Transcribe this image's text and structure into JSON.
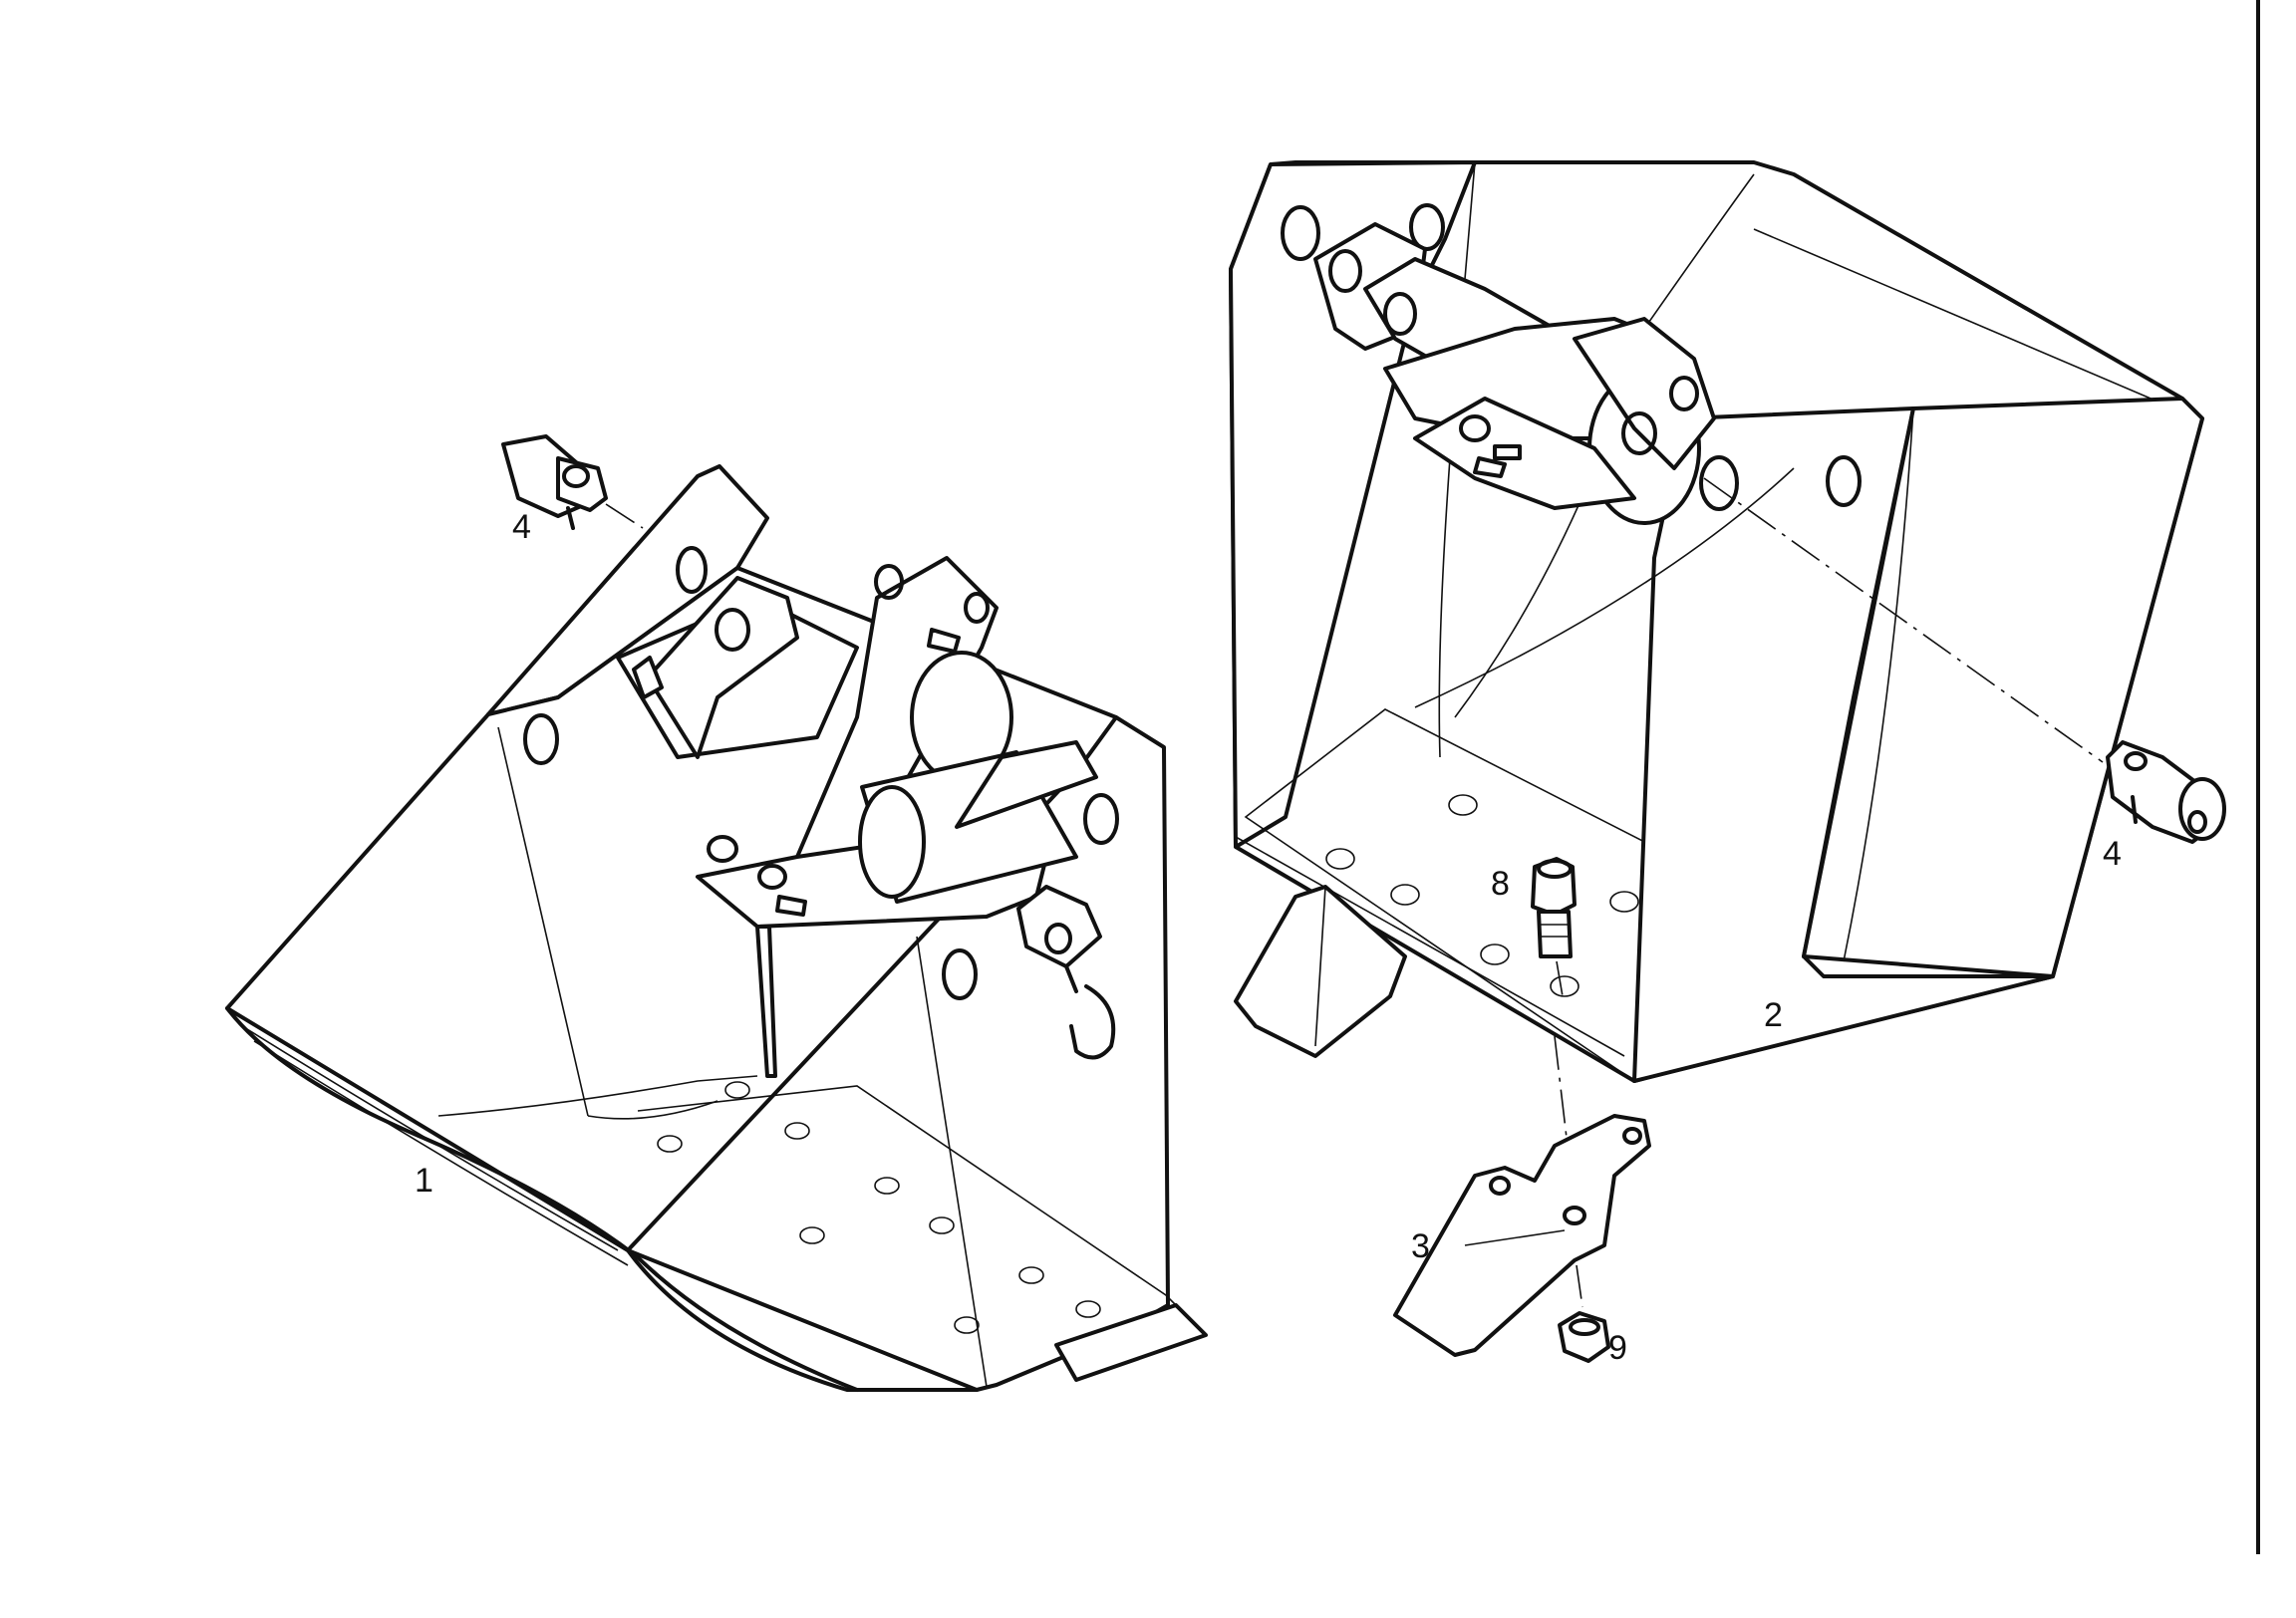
{
  "callouts": {
    "c1": "1",
    "c2": "2",
    "c3": "3",
    "c4_left": "4",
    "c4_right": "4",
    "c8": "8",
    "c9": "9"
  },
  "colors": {
    "line": "#111111",
    "paper": "#ffffff"
  }
}
